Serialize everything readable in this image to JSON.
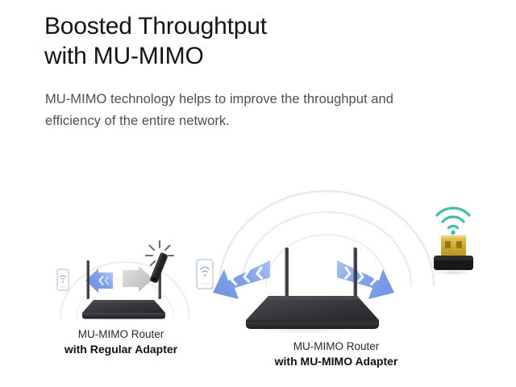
{
  "page": {
    "background_color": "#ffffff"
  },
  "header": {
    "headline": "Boosted Throughtput\nwith MU-MIMO",
    "subhead": "MU-MIMO technology helps to improve the throughput and\nefficiency of the entire network."
  },
  "illustration": {
    "left_scene": {
      "label": "MU-MIMO Router with Regular Adapter",
      "router": {
        "name": "router",
        "color": "#2b2b2e",
        "antennas": 2
      },
      "devices": [
        {
          "name": "smartphone",
          "icon": "wifi-icon",
          "color": "#8fa8d6"
        },
        {
          "name": "regular-usb-adapter",
          "color": "#2b2b2e"
        }
      ],
      "arrows": [
        {
          "direction": "left",
          "color": "#6f93e0",
          "chevrons": 2
        },
        {
          "direction": "right",
          "color": "#c9c9c9",
          "chevrons": 0
        }
      ],
      "sparkle": {
        "name": "sparkle-burst-icon",
        "color": "#6d6d6d"
      },
      "signal_arcs": 1,
      "arc_color": "#ececec"
    },
    "right_scene": {
      "label": "MU-MIMO Router with MU-MIMO Adapter",
      "router": {
        "name": "router",
        "color": "#2b2b2e",
        "antennas": 2
      },
      "devices": [
        {
          "name": "mu-mimo-usb-adapter",
          "color_body": "#1a1a1a",
          "color_contact": "#d8b13a"
        }
      ],
      "arrows": [
        {
          "direction": "left",
          "color": "#7b9ee8",
          "chevrons": 2
        },
        {
          "direction": "right",
          "color": "#7b9ee8",
          "chevrons": 2
        }
      ],
      "wifi_badge": {
        "name": "wifi-icon",
        "color": "#3fbfa8"
      },
      "signal_arcs": 3,
      "arc_color": "#ececec"
    }
  },
  "captions": {
    "left": {
      "line1": "MU-MIMO Router",
      "line2": "with Regular Adapter"
    },
    "right": {
      "line1": "MU-MIMO Router",
      "line2": "with MU-MIMO Adapter"
    }
  },
  "colors": {
    "headline": "#141414",
    "subhead": "#4f4f4f",
    "accent_blue": "#7b9ee8",
    "accent_teal": "#3fbfa8",
    "device_dark": "#2b2b2e",
    "arc_grey": "#ececec",
    "arrow_grey": "#c9c9c9",
    "gold": "#d8b13a"
  }
}
